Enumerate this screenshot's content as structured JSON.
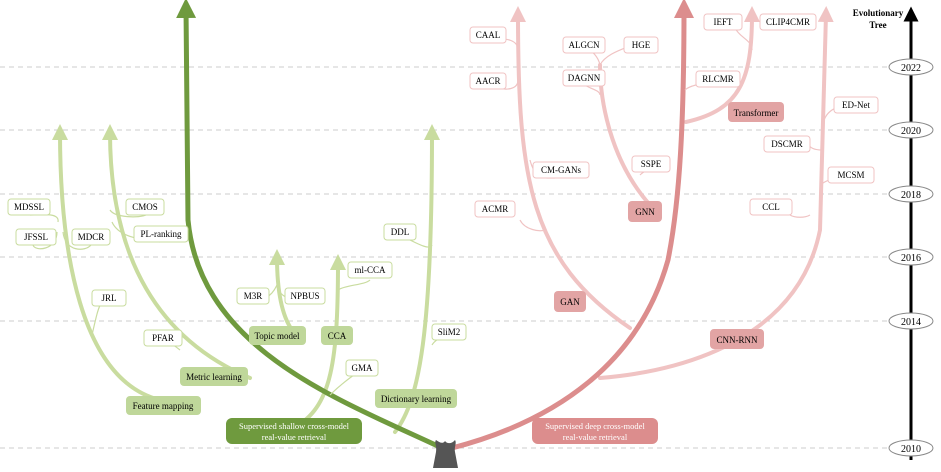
{
  "colors": {
    "green_dark": "#6f9a3e",
    "green_light": "#c9dc9f",
    "green_label_fill": "#bfd79a",
    "green_label_dark_fill": "#6f9a3e",
    "red_dark": "#dc8d8d",
    "red_light": "#f0c3c3",
    "red_label_fill": "#e2a4a4",
    "gridline": "#cccccc",
    "timeline": "#000000",
    "trunk": "#555555"
  },
  "timeline": {
    "title_line1": "Evolutionary",
    "title_line2": "Tree",
    "years": [
      "2022",
      "2020",
      "2018",
      "2016",
      "2014",
      "2010"
    ]
  },
  "roots": {
    "shallow_line1": "Supervised shallow cross-model",
    "shallow_line2": "real-value retrieval",
    "deep_line1": "Supervised deep cross-model",
    "deep_line2": "real-value retrieval"
  },
  "categories": {
    "feature_mapping": "Feature mapping",
    "metric_learning": "Metric learning",
    "topic_model": "Topic model",
    "cca": "CCA",
    "dictionary_learning": "Dictionary learning",
    "gan": "GAN",
    "gnn": "GNN",
    "transformer": "Transformer",
    "cnn_rnn": "CNN-RNN"
  },
  "methods": {
    "mdssl": "MDSSL",
    "jfssl": "JFSSL",
    "mdcr": "MDCR",
    "cmos": "CMOS",
    "pl_ranking": "PL-ranking",
    "jrl": "JRL",
    "pfar": "PFAR",
    "m3r": "M3R",
    "npbus": "NPBUS",
    "ml_cca": "ml-CCA",
    "gma": "GMA",
    "ddl": "DDL",
    "slim2": "SliM2",
    "caal": "CAAL",
    "aacr": "AACR",
    "algcn": "ALGCN",
    "hge": "HGE",
    "dagnn": "DAGNN",
    "ieft": "IEFT",
    "clip4cmr": "CLIP4CMR",
    "rlcmr": "RLCMR",
    "ed_net": "ED-Net",
    "dscmr": "DSCMR",
    "mcsm": "MCSM",
    "ccl": "CCL",
    "cm_gans": "CM-GANs",
    "sspe": "SSPE",
    "acmr": "ACMR"
  }
}
